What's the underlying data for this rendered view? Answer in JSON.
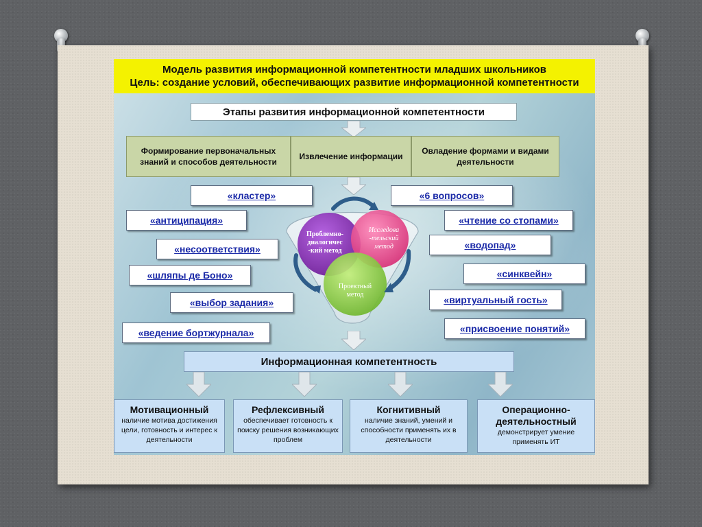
{
  "header": {
    "title_line1": "Модель развития информационной компетентности младших школьников",
    "title_line2": "Цель: создание условий, обеспечивающих развитие информационной компетентности"
  },
  "stages": {
    "title": "Этапы развития информационной компетентности",
    "items": [
      "Формирование первоначальных знаний и способов деятельности",
      "Извлечение информации",
      "Овладение формами и видами деятельности"
    ]
  },
  "methods_left": [
    "«кластер»",
    "«антиципация»",
    "«несоответствия»",
    "«шляпы де Боно»",
    "«выбор задания»",
    "«ведение бортжурнала»"
  ],
  "methods_right": [
    "«6 вопросов»",
    "«чтение со стопами»",
    "«водопад»",
    "«синквейн»",
    "«виртуальный гость»",
    "«присвоение понятий»"
  ],
  "venn": {
    "circle1": "Проблемно-диалогичес-кий метод",
    "circle2": "Исследова-тельский метод",
    "circle3": "Проектный метод"
  },
  "competence_title": "Информационная компетентность",
  "results": [
    {
      "title": "Мотивационный",
      "desc": "наличие мотива достижения цели, готовность и интерес к деятельности"
    },
    {
      "title": "Рефлексивный",
      "desc": "обеспечивает готовность к поиску решения возникающих проблем"
    },
    {
      "title": "Когнитивный",
      "desc": "наличие знаний, умений и способности применять их в деятельности"
    },
    {
      "title": "Операционно-деятельностный",
      "desc": "демонстрирует умение применять ИТ"
    }
  ],
  "colors": {
    "title_bg": "#f4f200",
    "stage_bg": "#c9d6a7",
    "result_bg": "#c9e0f6",
    "link": "#1b2aa8",
    "circle_purple": "#8a2fb5",
    "circle_pink": "#e8408a",
    "circle_green": "#8ccd3c"
  }
}
